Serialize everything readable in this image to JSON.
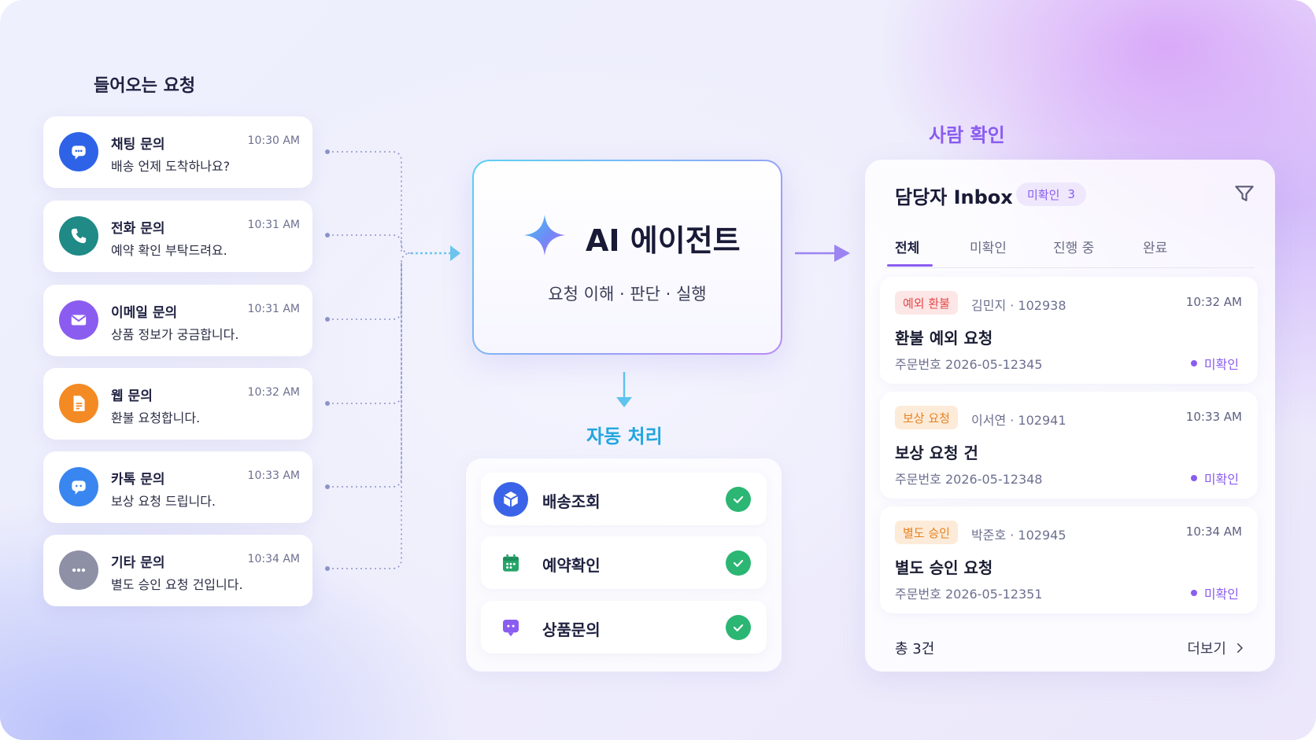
{
  "incoming": {
    "title": "들어오는 요청",
    "requests": [
      {
        "type": "채팅 문의",
        "time": "10:30 AM",
        "message": "배송 언제 도착하나요?",
        "icon": "chat-icon",
        "color": "#2e63e8"
      },
      {
        "type": "전화 문의",
        "time": "10:31 AM",
        "message": "예약 확인 부탁드려요.",
        "icon": "phone-icon",
        "color": "#1f8a86"
      },
      {
        "type": "이메일 문의",
        "time": "10:31 AM",
        "message": "상품 정보가 궁금합니다.",
        "icon": "mail-icon",
        "color": "#8b5cf0"
      },
      {
        "type": "웹 문의",
        "time": "10:32 AM",
        "message": "환불 요청합니다.",
        "icon": "document-icon",
        "color": "#f38a24"
      },
      {
        "type": "카톡 문의",
        "time": "10:33 AM",
        "message": "보상 요청 드립니다.",
        "icon": "chat-icon",
        "color": "#3a86f0"
      },
      {
        "type": "기타 문의",
        "time": "10:34 AM",
        "message": "별도 승인 요청 건입니다.",
        "icon": "more-icon",
        "color": "#8e90a6"
      }
    ]
  },
  "agent": {
    "title": "AI 에이전트",
    "subtitle": "요청 이해 · 판단 · 실행",
    "icon": "sparkle-icon"
  },
  "auto": {
    "title": "자동 처리",
    "items": [
      {
        "label": "배송조회",
        "icon": "box-icon",
        "color": "#3a63e8"
      },
      {
        "label": "예약확인",
        "icon": "calendar-icon",
        "color": "#26a56a"
      },
      {
        "label": "상품문의",
        "icon": "chat-icon",
        "color": "#8b5cf0"
      }
    ],
    "check_color": "#2bb673"
  },
  "human": {
    "title": "사람 확인",
    "inbox": {
      "title": "담당자 Inbox",
      "badge_label": "미확인",
      "badge_count": "3",
      "tabs": [
        "전체",
        "미확인",
        "진행 중",
        "완료"
      ],
      "active_tab": "전체",
      "cards": [
        {
          "tag": "예외 환불",
          "tag_style": "red",
          "meta": "김민지 · 102938",
          "time": "10:32 AM",
          "title": "환불 예외 요청",
          "order": "주문번호 2026-05-12345",
          "status": "미확인"
        },
        {
          "tag": "보상 요청",
          "tag_style": "orange",
          "meta": "이서연 · 102941",
          "time": "10:33 AM",
          "title": "보상 요청 건",
          "order": "주문번호 2026-05-12348",
          "status": "미확인"
        },
        {
          "tag": "별도 승인",
          "tag_style": "orange",
          "meta": "박준호 · 102945",
          "time": "10:34 AM",
          "title": "별도 승인 요청",
          "order": "주문번호 2026-05-12351",
          "status": "미확인"
        }
      ],
      "total": "총 3건",
      "more": "더보기"
    }
  },
  "colors": {
    "accent_purple": "#8a5cf0",
    "accent_cyan": "#22a6de"
  }
}
